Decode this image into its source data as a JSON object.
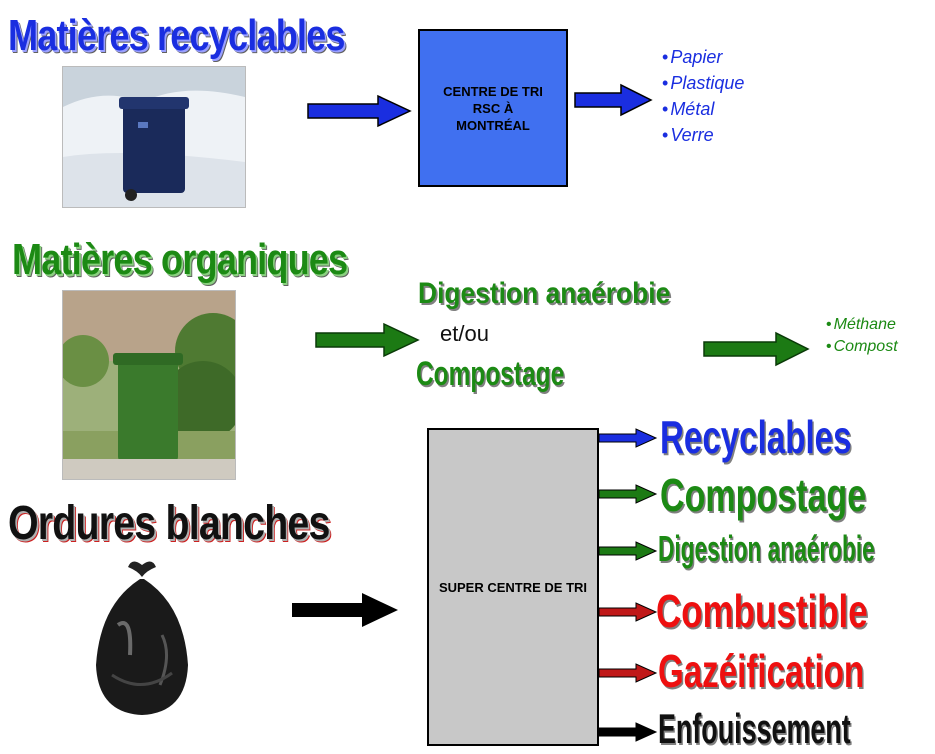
{
  "sections": {
    "recyclables": {
      "heading": "Matières recyclables",
      "box": "CENTRE DE TRI RSC À MONTRÉAL",
      "outputs": [
        "Papier",
        "Plastique",
        "Métal",
        "Verre"
      ],
      "colors": {
        "heading": "#1a2ee0",
        "box": "#4070f0",
        "arrow": "#1a2ee0"
      }
    },
    "organics": {
      "heading": "Matières organiques",
      "process_1": "Digestion anaérobie",
      "process_join": "et/ou",
      "process_2": "Compostage",
      "outputs": [
        "Méthane",
        "Compost"
      ],
      "colors": {
        "heading": "#1c8a14",
        "arrow": "#1c8a14"
      }
    },
    "white_waste": {
      "heading": "Ordures blanches",
      "box": "SUPER CENTRE DE TRI",
      "outputs": [
        {
          "label": "Recyclables",
          "color": "#1a2ee0"
        },
        {
          "label": "Compostage",
          "color": "#1c8a14"
        },
        {
          "label": "Digestion anaérobie",
          "color": "#1c8a14"
        },
        {
          "label": "Combustible",
          "color": "#ee1010"
        },
        {
          "label": "Gazéification",
          "color": "#ee1010"
        },
        {
          "label": "Enfouissement",
          "color": "#111111"
        }
      ]
    }
  }
}
